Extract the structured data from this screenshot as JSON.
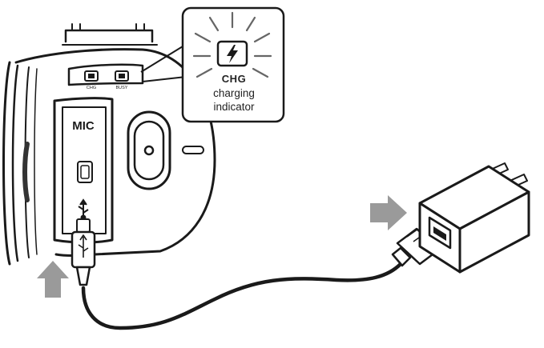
{
  "camera": {
    "button_labels": [
      "CHG",
      "BUSY"
    ],
    "mic_label": "MIC",
    "usb_symbol": "⭿"
  },
  "callout": {
    "icon": "lightning-bolt-icon",
    "code": "CHG",
    "description_line1": "charging",
    "description_line2": "indicator"
  },
  "arrows": {
    "color": "#9a9a9a"
  },
  "charger": {
    "icon": "usb-wall-adapter"
  }
}
